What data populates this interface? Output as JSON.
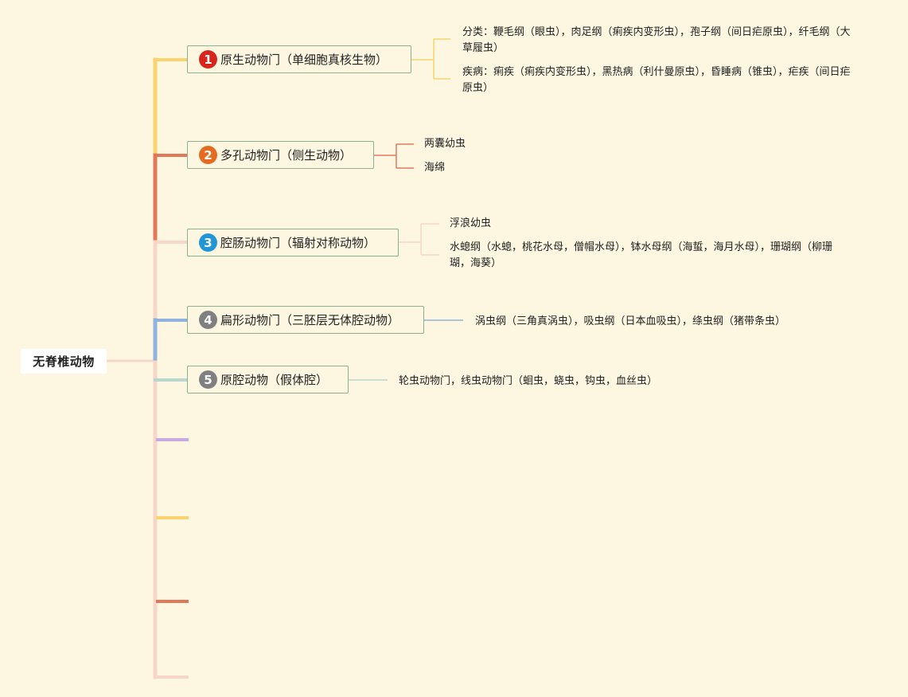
{
  "root": {
    "label": "无脊椎动物"
  },
  "branches": [
    {
      "label": "原生动物门（单细胞真核生物）",
      "badge": "1",
      "badge_color": "#d8251b",
      "line_color": "#f8d36e",
      "leaves": [
        "分类：鞭毛纲（眼虫），肉足纲（痢疾内变形虫），孢子纲（间日疟原虫），纤毛纲（大草履虫）",
        "疾病：痢疾（痢疾内变形虫），黑热病（利什曼原虫），昏睡病（锥虫），疟疾（间日疟原虫）"
      ]
    },
    {
      "label": "多孔动物门（侧生动物）",
      "badge": "2",
      "badge_color": "#e46b1f",
      "line_color": "#e2785a",
      "leaves": [
        "两囊幼虫",
        "海绵"
      ]
    },
    {
      "label": "腔肠动物门（辐射对称动物）",
      "badge": "3",
      "badge_color": "#2196d7",
      "line_color": "#f7d5c8",
      "leaves": [
        "浮浪幼虫",
        "水螅纲（水螅，桃花水母，僧帽水母），钵水母纲（海蜇，海月水母），珊瑚纲（柳珊瑚，海葵）"
      ]
    },
    {
      "label": "扁形动物门（三胚层无体腔动物）",
      "badge": "4",
      "badge_color": "#808080",
      "line_color": "#8fb3de",
      "leaves": [
        "涡虫纲（三角真涡虫），吸虫纲（日本血吸虫），绦虫纲（猪带条虫）"
      ]
    },
    {
      "label": "原腔动物（假体腔）",
      "badge": "5",
      "badge_color": "#808080",
      "line_color": "#b8d7d0",
      "leaves": [
        "轮虫动物门，线虫动物门（蛔虫，蛲虫，钩虫，血丝虫）"
      ]
    }
  ],
  "empty_stub_colors": [
    "#c9a9e0",
    "#f8d36e",
    "#e2785a",
    "#f7d5c8"
  ]
}
